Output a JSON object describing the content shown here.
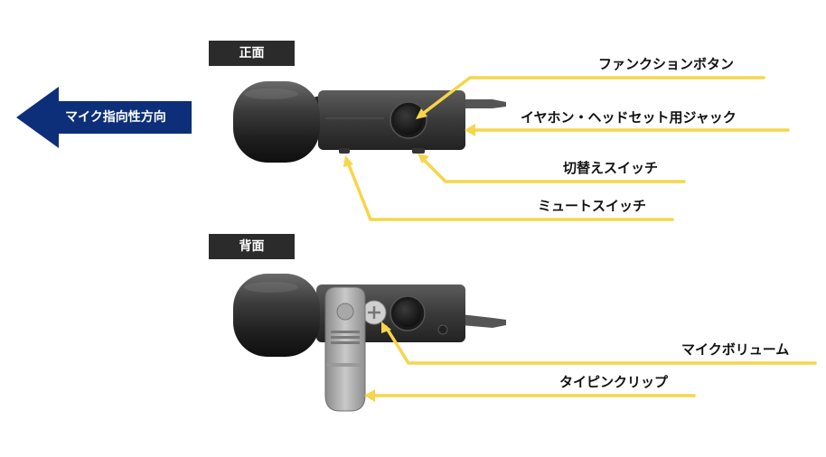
{
  "front_tag": "正面",
  "back_tag": "背面",
  "direction_label": "マイク指向性方向",
  "labels": {
    "function_button": "ファンクションボタン",
    "earphone_jack": "イヤホン・ヘッドセット用ジャック",
    "toggle_switch": "切替えスイッチ",
    "mute_switch": "ミュートスイッチ",
    "mic_volume": "マイクボリューム",
    "tie_clip": "タイピンクリップ"
  },
  "colors": {
    "arrow_yellow": "#f6d54a",
    "direction_blue": "#0d2f7a",
    "tag_bg": "#2b2b2b",
    "device_body": "#3a3a3a"
  }
}
